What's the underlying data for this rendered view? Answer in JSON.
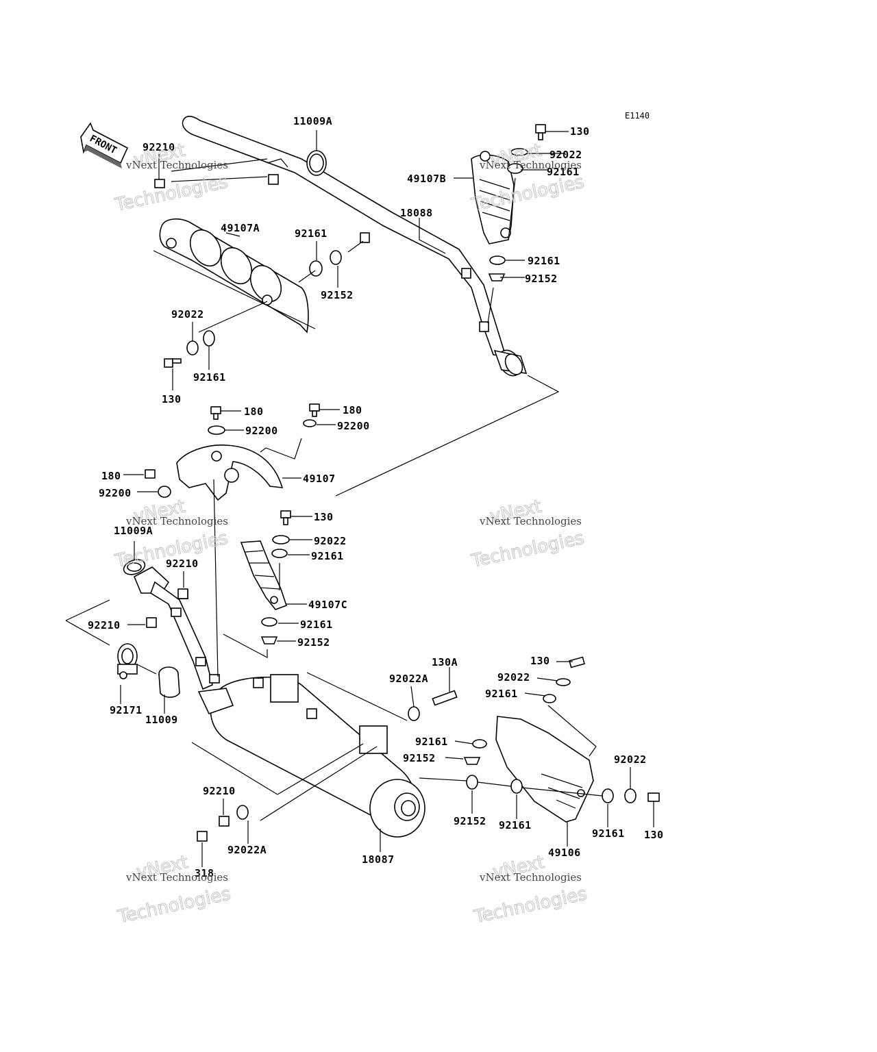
{
  "diagram_code": "E1140",
  "front_label": "FRONT",
  "watermark": {
    "line1": "vNext Technologies",
    "line2": "vNext",
    "line3": "Technologies"
  },
  "labels": [
    {
      "id": "l1",
      "text": "11009A"
    },
    {
      "id": "l2",
      "text": "130"
    },
    {
      "id": "l3",
      "text": "92022"
    },
    {
      "id": "l4",
      "text": "92161"
    },
    {
      "id": "l5",
      "text": "49107B"
    },
    {
      "id": "l6",
      "text": "92210"
    },
    {
      "id": "l7",
      "text": "49107A"
    },
    {
      "id": "l8",
      "text": "92161"
    },
    {
      "id": "l9",
      "text": "18088"
    },
    {
      "id": "l10",
      "text": "92161"
    },
    {
      "id": "l11",
      "text": "92152"
    },
    {
      "id": "l12",
      "text": "92152"
    },
    {
      "id": "l13",
      "text": "92022"
    },
    {
      "id": "l14",
      "text": "92161"
    },
    {
      "id": "l15",
      "text": "130"
    },
    {
      "id": "l16",
      "text": "180"
    },
    {
      "id": "l17",
      "text": "180"
    },
    {
      "id": "l18",
      "text": "92200"
    },
    {
      "id": "l19",
      "text": "92200"
    },
    {
      "id": "l20",
      "text": "180"
    },
    {
      "id": "l21",
      "text": "49107"
    },
    {
      "id": "l22",
      "text": "92200"
    },
    {
      "id": "l23",
      "text": "130"
    },
    {
      "id": "l24",
      "text": "11009A"
    },
    {
      "id": "l25",
      "text": "92022"
    },
    {
      "id": "l26",
      "text": "92161"
    },
    {
      "id": "l27",
      "text": "92210"
    },
    {
      "id": "l28",
      "text": "49107C"
    },
    {
      "id": "l29",
      "text": "92210"
    },
    {
      "id": "l30",
      "text": "92161"
    },
    {
      "id": "l31",
      "text": "92152"
    },
    {
      "id": "l32",
      "text": "130A"
    },
    {
      "id": "l33",
      "text": "130"
    },
    {
      "id": "l34",
      "text": "92022A"
    },
    {
      "id": "l35",
      "text": "92022"
    },
    {
      "id": "l36",
      "text": "92161"
    },
    {
      "id": "l37",
      "text": "92171"
    },
    {
      "id": "l38",
      "text": "11009"
    },
    {
      "id": "l39",
      "text": "92161"
    },
    {
      "id": "l40",
      "text": "92152"
    },
    {
      "id": "l41",
      "text": "92022"
    },
    {
      "id": "l42",
      "text": "92210"
    },
    {
      "id": "l43",
      "text": "92152"
    },
    {
      "id": "l44",
      "text": "92161"
    },
    {
      "id": "l45",
      "text": "92161"
    },
    {
      "id": "l46",
      "text": "130"
    },
    {
      "id": "l47",
      "text": "92022A"
    },
    {
      "id": "l48",
      "text": "18087"
    },
    {
      "id": "l49",
      "text": "49106"
    },
    {
      "id": "l50",
      "text": "318"
    }
  ]
}
